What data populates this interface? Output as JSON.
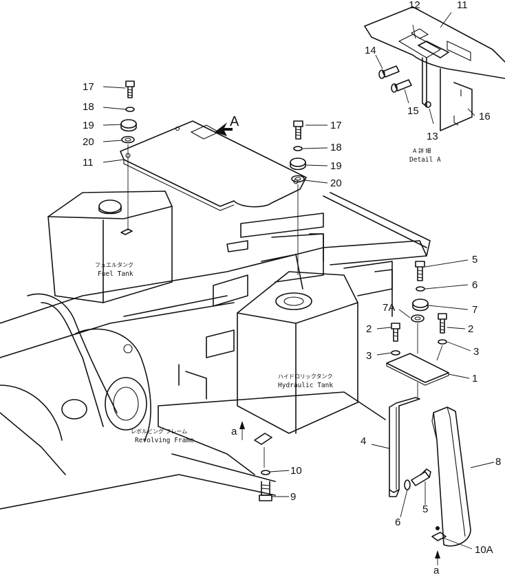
{
  "callouts": {
    "c1": "1",
    "c2a": "2",
    "c2b": "2",
    "c3a": "3",
    "c3b": "3",
    "c4": "4",
    "c5a": "5",
    "c5b": "5",
    "c6a": "6",
    "c6b": "6",
    "c7": "7",
    "c7a": "7A",
    "c8": "8",
    "c9": "9",
    "c10": "10",
    "c10a": "10A",
    "c11a": "11",
    "c11b": "11",
    "c12": "12",
    "c13": "13",
    "c14": "14",
    "c15": "15",
    "c16": "16",
    "c17a": "17",
    "c17b": "17",
    "c18a": "18",
    "c18b": "18",
    "c19a": "19",
    "c19b": "19",
    "c20a": "20",
    "c20b": "20"
  },
  "labels": {
    "fuel_tank_jp": "フュエルタンク",
    "fuel_tank_en": "Fuel Tank",
    "hydraulic_tank_jp": "ハイドロリックタンク",
    "hydraulic_tank_en": "Hydraulic Tank",
    "revolving_frame_jp": "レボルビング フレーム",
    "revolving_frame_en": "Revolving Frame",
    "detail_jp": "A 詳 細",
    "detail_en": "Detail A",
    "view_a": "A",
    "arrow_a1": "a",
    "arrow_a2": "a"
  }
}
